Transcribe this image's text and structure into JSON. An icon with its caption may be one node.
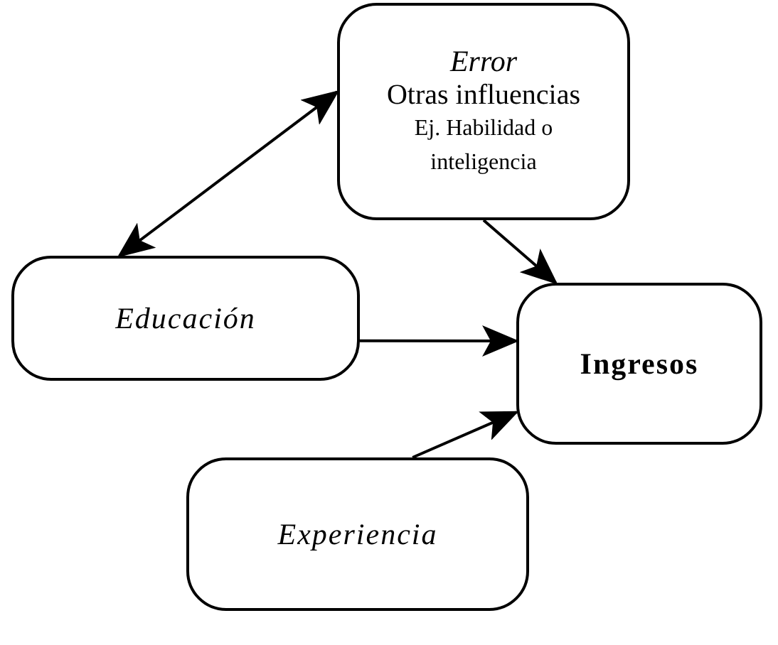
{
  "diagram": {
    "nodes": [
      {
        "text": [
          "Error",
          "Otras influencias",
          "Ej. Habilidad o inteligencia"
        ]
      },
      {
        "text": [
          "Educación"
        ]
      },
      {
        "text": [
          "Ingresos"
        ]
      },
      {
        "text": [
          "Experiencia"
        ]
      }
    ],
    "edges": [
      {
        "from": 0,
        "to": 1,
        "arrow": "both"
      },
      {
        "from": 0,
        "to": 2,
        "arrow": "to"
      },
      {
        "from": 1,
        "to": 2,
        "arrow": "to"
      },
      {
        "from": 3,
        "to": 2,
        "arrow": "to"
      }
    ]
  }
}
